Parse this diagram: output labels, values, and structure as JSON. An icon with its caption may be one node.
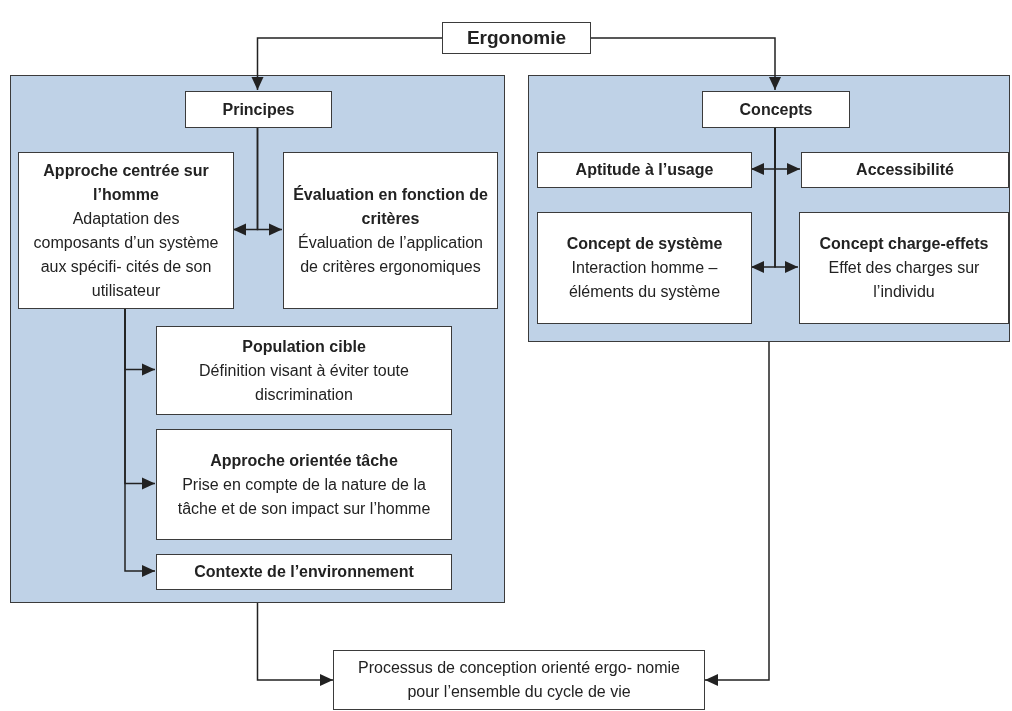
{
  "diagram": {
    "nodes": [
      {
        "text": [
          "Ergonomie"
        ]
      },
      {
        "text": [],
        "shape": "box"
      },
      {
        "text": [
          "Principes"
        ],
        "in": 1
      },
      {
        "text": [
          "Approche centrée sur l’homme",
          "Adaptation des composants d’un système aux spécifi- cités de son utilisateur"
        ],
        "in": 1
      },
      {
        "text": [
          "Évaluation en fonction de critères",
          "Évaluation de l’application de critères ergonomiques"
        ],
        "in": 1
      },
      {
        "text": [
          "Population cible",
          "Définition visant à éviter toute discrimination"
        ],
        "in": 1
      },
      {
        "text": [
          "Approche orientée tâche",
          "Prise en compte de la nature de la tâche et de son impact sur l’homme"
        ],
        "in": 1
      },
      {
        "text": [
          "Contexte de l’environnement"
        ],
        "in": 1
      },
      {
        "text": [],
        "shape": "box"
      },
      {
        "text": [
          "Concepts"
        ],
        "in": 8
      },
      {
        "text": [
          "Aptitude à l’usage"
        ],
        "in": 8
      },
      {
        "text": [
          "Accessibilité"
        ],
        "in": 8
      },
      {
        "text": [
          "Concept de système",
          "Interaction homme – éléments du système"
        ],
        "in": 8
      },
      {
        "text": [
          "Concept charge-effets",
          "Effet des charges sur l’individu"
        ],
        "in": 8
      },
      {
        "text": [
          "Processus de conception orienté ergo- nomie pour l’ensemble du cycle de vie"
        ]
      }
    ],
    "edges": [
      {
        "from": 0,
        "to": 2,
        "arrow": "to"
      },
      {
        "from": 0,
        "to": 9,
        "arrow": "to"
      },
      {
        "from": 2,
        "to": 3,
        "arrow": "to"
      },
      {
        "from": 2,
        "to": 4,
        "arrow": "to"
      },
      {
        "from": 3,
        "to": 5,
        "arrow": "to"
      },
      {
        "from": 3,
        "to": 6,
        "arrow": "to"
      },
      {
        "from": 3,
        "to": 7,
        "arrow": "to"
      },
      {
        "from": 9,
        "to": 10,
        "arrow": "to"
      },
      {
        "from": 9,
        "to": 11,
        "arrow": "to"
      },
      {
        "from": 9,
        "to": 12,
        "arrow": "to"
      },
      {
        "from": 9,
        "to": 13,
        "arrow": "to"
      },
      {
        "from": 1,
        "to": 14,
        "arrow": "to"
      },
      {
        "from": 8,
        "to": 14,
        "arrow": "to"
      }
    ]
  }
}
